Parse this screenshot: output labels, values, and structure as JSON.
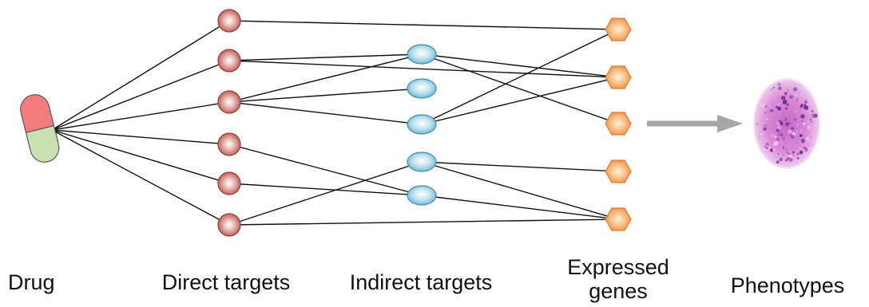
{
  "labels": {
    "drug": "Drug",
    "direct_targets": "Direct targets",
    "indirect_targets": "Indirect targets",
    "expressed_genes_line1": "Expressed",
    "expressed_genes_line2": "genes",
    "phenotypes": "Phenotypes"
  },
  "colors": {
    "edge": "#111111",
    "direct_target": "#c0554f",
    "indirect_target": "#7cc0d8",
    "expressed_gene": "#f59a4a",
    "drug_top": "#f27b7b",
    "drug_bottom": "#c9e0b0",
    "arrow": "#a6a6a6",
    "phenotype": "#d977c9"
  },
  "icons": {
    "drug": "pill-icon",
    "phenotype": "tissue-histology-icon"
  },
  "nodes": {
    "direct_targets": [
      "d1",
      "d2",
      "d3",
      "d4",
      "d5",
      "d6"
    ],
    "indirect_targets": [
      "i1",
      "i2",
      "i3",
      "i4",
      "i5"
    ],
    "expressed_genes": [
      "g1",
      "g2",
      "g3",
      "g4",
      "g5"
    ]
  },
  "edges": [
    [
      "drug",
      "d1"
    ],
    [
      "drug",
      "d2"
    ],
    [
      "drug",
      "d3"
    ],
    [
      "drug",
      "d4"
    ],
    [
      "drug",
      "d5"
    ],
    [
      "drug",
      "d6"
    ],
    [
      "d1",
      "g1"
    ],
    [
      "d2",
      "i1"
    ],
    [
      "d2",
      "g2"
    ],
    [
      "d3",
      "i1"
    ],
    [
      "d3",
      "i2"
    ],
    [
      "d3",
      "i3"
    ],
    [
      "d4",
      "i5"
    ],
    [
      "d5",
      "i5"
    ],
    [
      "d6",
      "i4"
    ],
    [
      "d6",
      "g5"
    ],
    [
      "i1",
      "g2"
    ],
    [
      "i1",
      "g3"
    ],
    [
      "i3",
      "g1"
    ],
    [
      "i3",
      "g2"
    ],
    [
      "i4",
      "g4"
    ],
    [
      "i4",
      "g5"
    ],
    [
      "i5",
      "g5"
    ]
  ]
}
